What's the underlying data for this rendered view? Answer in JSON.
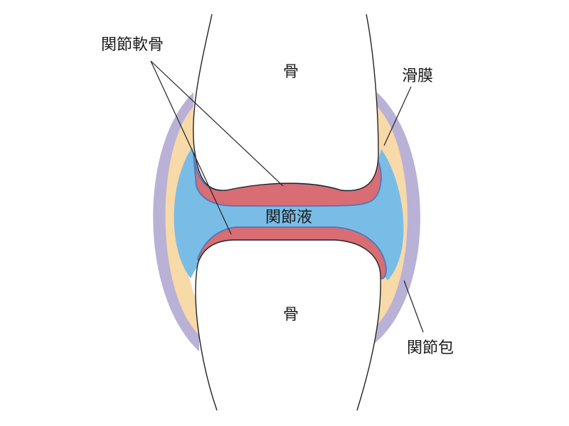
{
  "labels": {
    "articular_cartilage": "関節軟骨",
    "synovial_membrane": "滑膜",
    "bone_upper": "骨",
    "synovial_fluid": "関節液",
    "bone_lower": "骨",
    "joint_capsule": "関節包"
  },
  "colors": {
    "capsule": "#b9b1d6",
    "synovium": "#f8d9a8",
    "fluid": "#79bde6",
    "cartilage": "#d86d74",
    "cartilage_edge": "#5b78b8",
    "outline": "#222222",
    "bone": "#ffffff"
  }
}
